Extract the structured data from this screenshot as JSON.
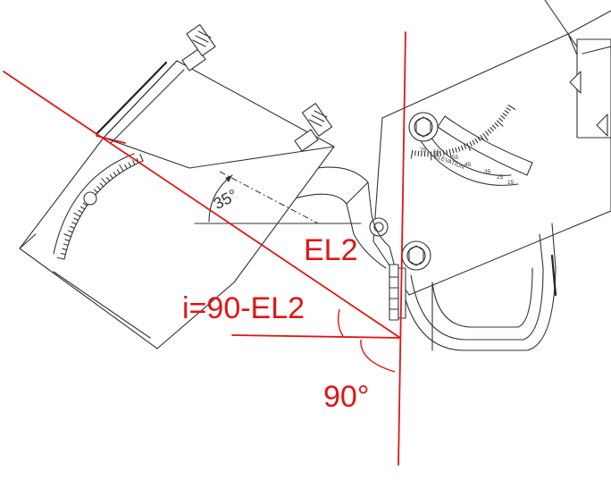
{
  "labels": {
    "el2": "EL2",
    "incidence": "i=90-EL2",
    "right_angle": "90°",
    "tilt_angle": "35°"
  },
  "scale": {
    "caption": "ELEVATION",
    "ticks": [
      "75",
      "65",
      "55",
      "45",
      "35",
      "25",
      "15"
    ]
  },
  "colors": {
    "annotation": "#e01515",
    "drawing": "#333333"
  }
}
